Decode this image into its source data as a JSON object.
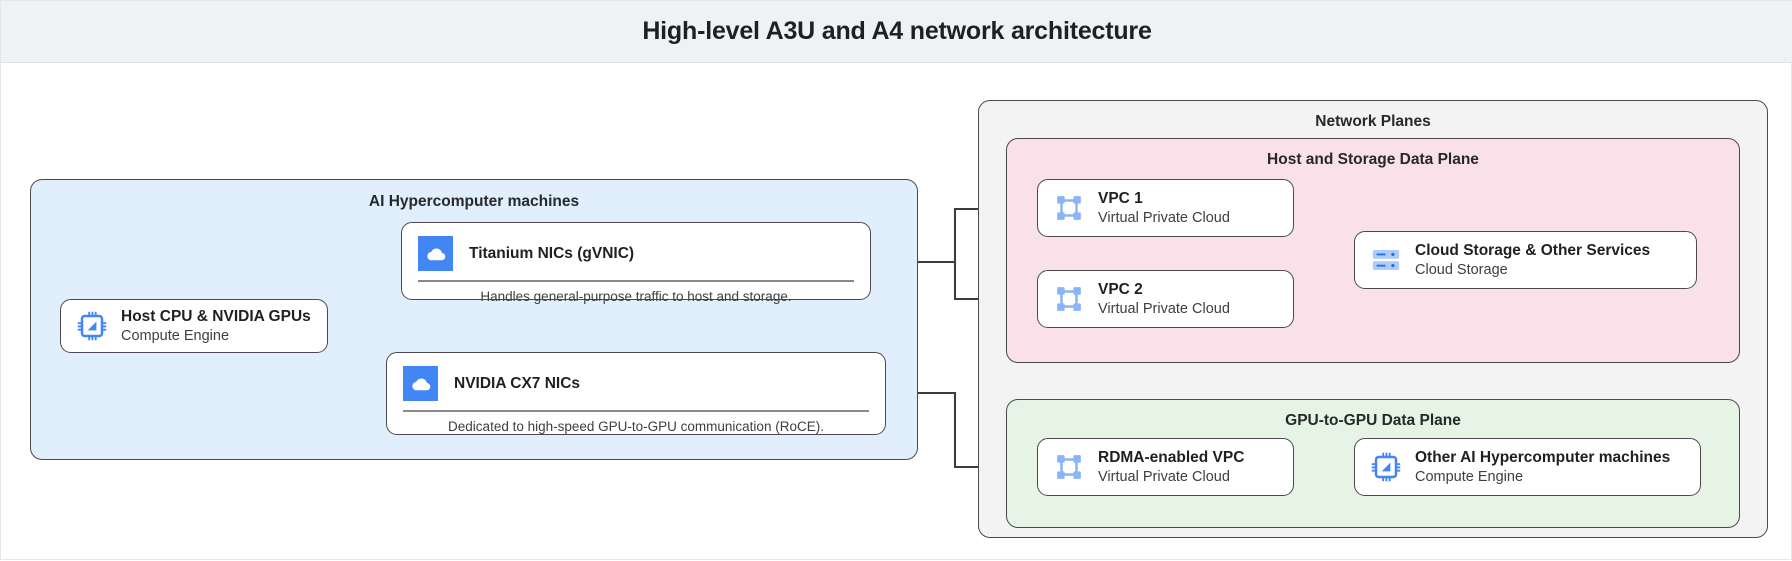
{
  "header": {
    "title": "High-level A3U and A4 network architecture"
  },
  "colors": {
    "header_bg": "#eef2f4",
    "machines_panel_bg": "#e1eefb",
    "network_planes_bg": "#f4f3f4",
    "host_storage_plane_bg": "#fae0e8",
    "gpu_plane_bg": "#e6f4e6",
    "icon_blue": "#4285f4",
    "icon_blue_light": "#8ab4f8",
    "stroke": "#4c4750"
  },
  "machines_panel": {
    "title": "AI Hypercomputer machines",
    "host_node": {
      "icon": "cpu-chip-icon",
      "title": "Host CPU & NVIDIA GPUs",
      "subtitle": "Compute Engine"
    },
    "nic_cards": [
      {
        "icon": "cloud-icon",
        "title": "Titanium NICs (gVNIC)",
        "description": "Handles general-purpose traffic to host and storage."
      },
      {
        "icon": "cloud-icon",
        "title": "NVIDIA CX7 NICs",
        "description": "Dedicated to high-speed GPU-to-GPU communication (RoCE)."
      }
    ]
  },
  "network_planes": {
    "title": "Network Planes",
    "host_storage_plane": {
      "title": "Host and Storage Data Plane",
      "nodes": [
        {
          "icon": "vpc-network-icon",
          "title": "VPC 1",
          "subtitle": "Virtual Private Cloud"
        },
        {
          "icon": "vpc-network-icon",
          "title": "VPC 2",
          "subtitle": "Virtual Private Cloud"
        },
        {
          "icon": "cloud-storage-icon",
          "title": "Cloud Storage & Other Services",
          "subtitle": "Cloud Storage"
        }
      ]
    },
    "gpu_plane": {
      "title": "GPU-to-GPU Data Plane",
      "nodes": [
        {
          "icon": "vpc-network-icon",
          "title": "RDMA-enabled VPC",
          "subtitle": "Virtual Private Cloud"
        },
        {
          "icon": "cpu-chip-icon",
          "title": "Other AI Hypercomputer machines",
          "subtitle": "Compute Engine"
        }
      ]
    }
  }
}
